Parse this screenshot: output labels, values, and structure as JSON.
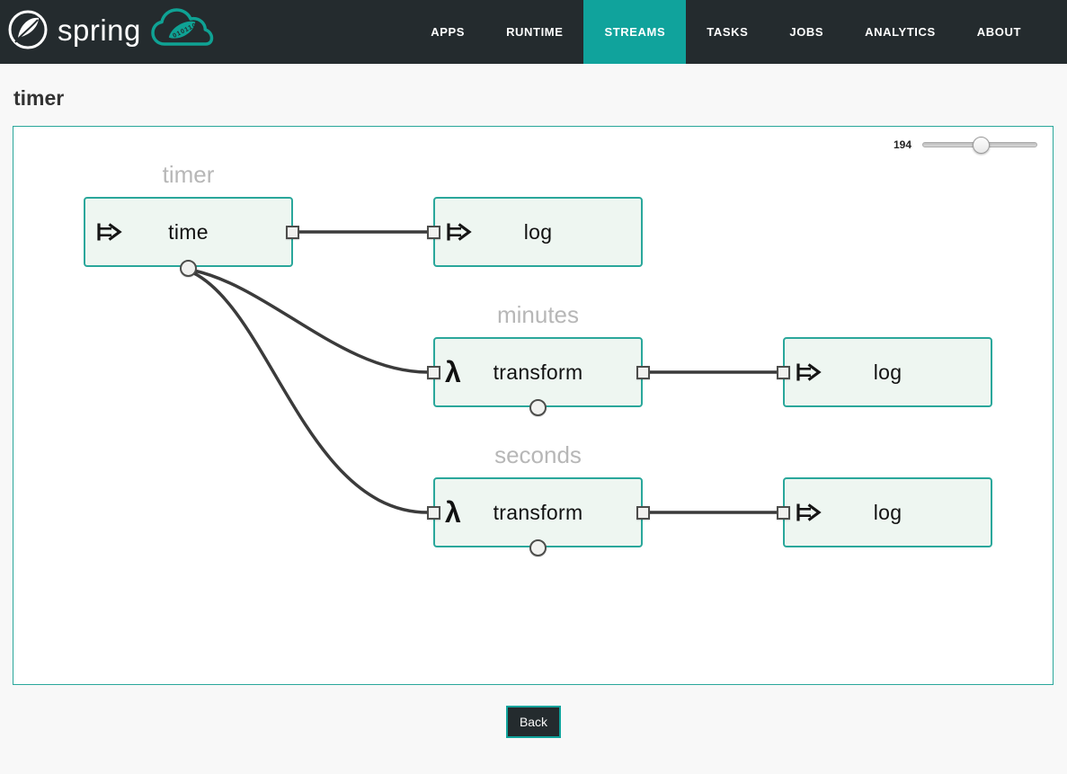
{
  "nav": {
    "brand_text": "spring",
    "cloud_binary": "0101101",
    "items": [
      {
        "label": "APPS",
        "active": false
      },
      {
        "label": "RUNTIME",
        "active": false
      },
      {
        "label": "STREAMS",
        "active": true
      },
      {
        "label": "TASKS",
        "active": false
      },
      {
        "label": "JOBS",
        "active": false
      },
      {
        "label": "ANALYTICS",
        "active": false
      },
      {
        "label": "ABOUT",
        "active": false
      }
    ]
  },
  "page": {
    "title": "timer"
  },
  "canvas": {
    "zoom_value": "194",
    "streams": [
      {
        "name": "timer",
        "nodes": [
          {
            "label": "time",
            "icon": "pipe-arrow"
          },
          {
            "label": "log",
            "icon": "pipe-arrow"
          }
        ]
      },
      {
        "name": "minutes",
        "nodes": [
          {
            "label": "transform",
            "icon": "lambda"
          },
          {
            "label": "log",
            "icon": "pipe-arrow"
          }
        ]
      },
      {
        "name": "seconds",
        "nodes": [
          {
            "label": "transform",
            "icon": "lambda"
          },
          {
            "label": "log",
            "icon": "pipe-arrow"
          }
        ]
      }
    ]
  },
  "icons": {
    "lambda": "λ"
  },
  "footer": {
    "back_label": "Back"
  },
  "colors": {
    "accent_teal": "#10a39c",
    "nav_bg": "#242b2e",
    "node_fill": "#eef6f1",
    "node_border": "#2aa79b",
    "link": "#3b3b3b",
    "stream_label_gray": "#b7b7b7"
  }
}
